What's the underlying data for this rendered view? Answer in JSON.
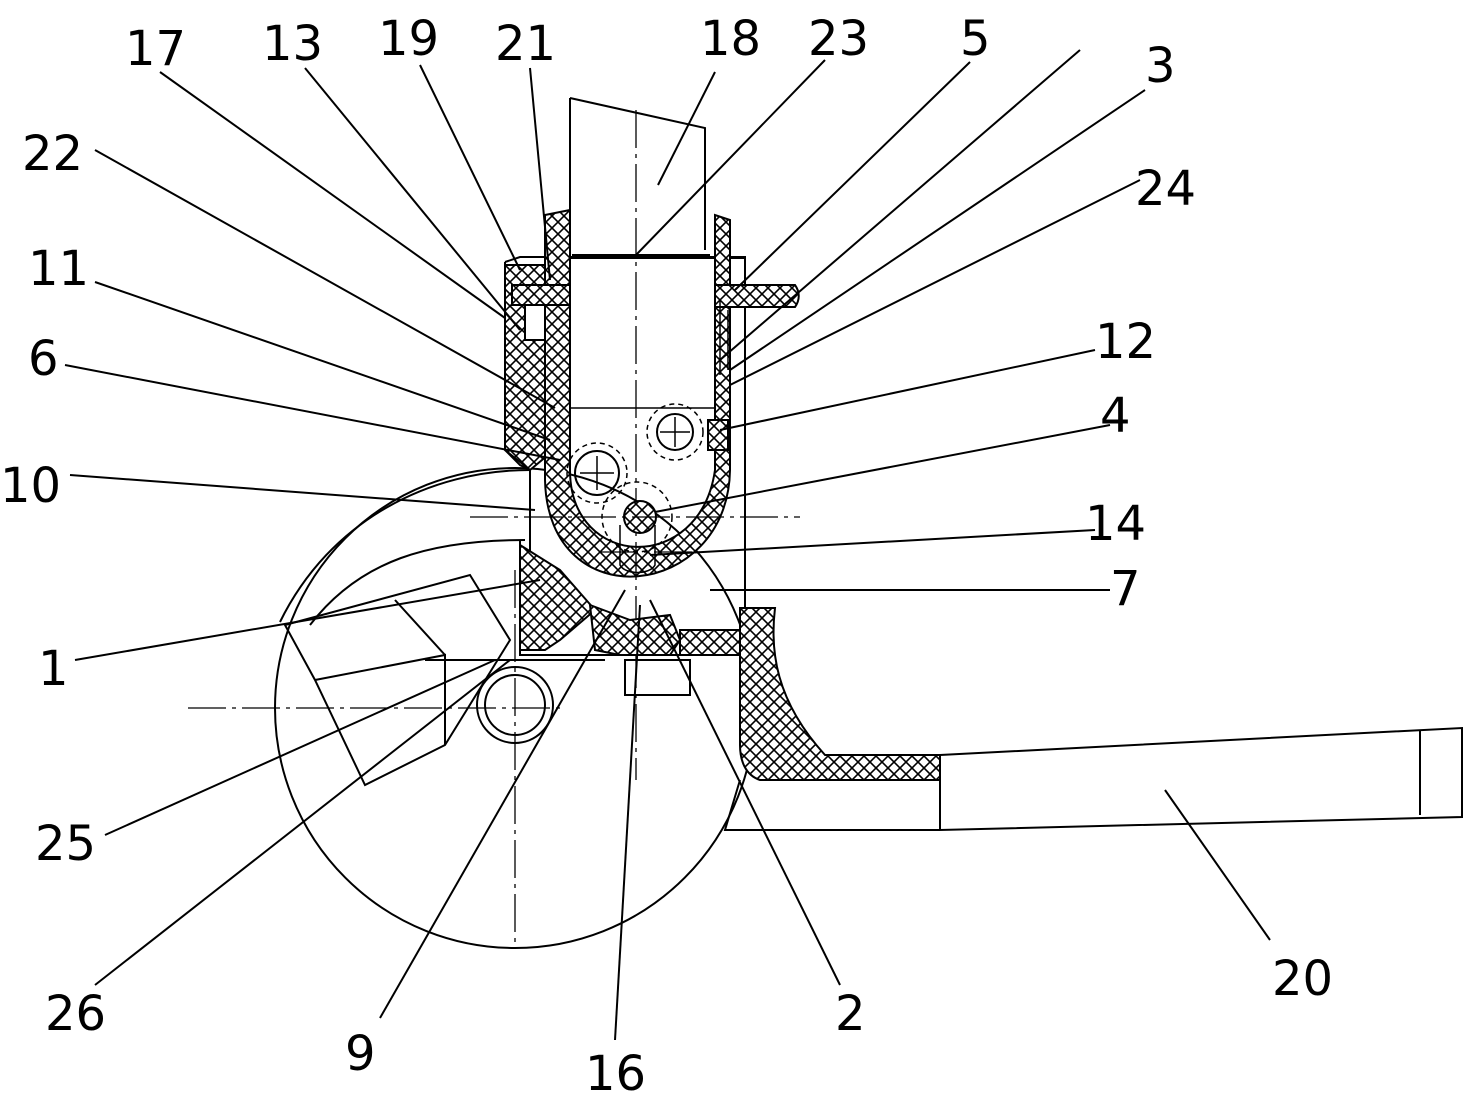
{
  "part_labels": {
    "l1": "1",
    "l2": "2",
    "l3": "3",
    "l4": "4",
    "l5": "5",
    "l6": "6",
    "l7": "7",
    "l9": "9",
    "l10": "10",
    "l11": "11",
    "l12": "12",
    "l13": "13",
    "l14": "14",
    "l16": "16",
    "l17": "17",
    "l18": "18",
    "l19": "19",
    "l20": "20",
    "l21": "21",
    "l22": "22",
    "l23": "23",
    "l24": "24",
    "l25": "25",
    "l26": "26"
  }
}
